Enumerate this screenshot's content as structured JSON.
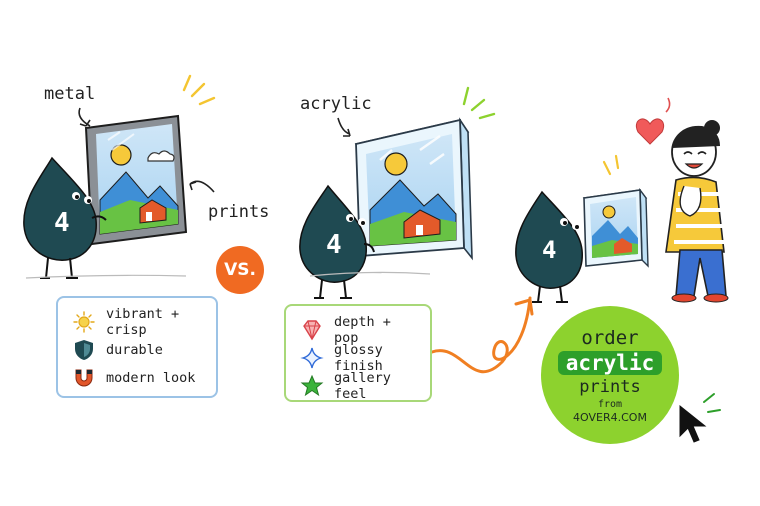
{
  "labels": {
    "metal": "metal",
    "acrylic": "acrylic",
    "prints": "prints",
    "vs": "VS."
  },
  "mascot_number": "4",
  "metal_card": {
    "items": [
      {
        "icon": "sun-icon",
        "text": "vibrant + crisp"
      },
      {
        "icon": "shield-icon",
        "text": "durable"
      },
      {
        "icon": "magnet-icon",
        "text": "modern look"
      }
    ]
  },
  "acrylic_card": {
    "items": [
      {
        "icon": "gem-icon",
        "text": "depth + pop"
      },
      {
        "icon": "sparkle-icon",
        "text": "glossy finish"
      },
      {
        "icon": "star-icon",
        "text": "gallery feel"
      }
    ]
  },
  "cta": {
    "line1": "order",
    "line2": "acrylic",
    "line3": "prints",
    "line4": "from",
    "line5": "4OVER4.COM"
  },
  "colors": {
    "mascot": "#1f4a52",
    "vs": "#f06a22",
    "cta": "#8dd22e",
    "cta_highlight": "#2d9f2a",
    "metal_card_border": "#9cc3e6",
    "acrylic_card_border": "#a8d878",
    "arrow": "#f07f22"
  }
}
